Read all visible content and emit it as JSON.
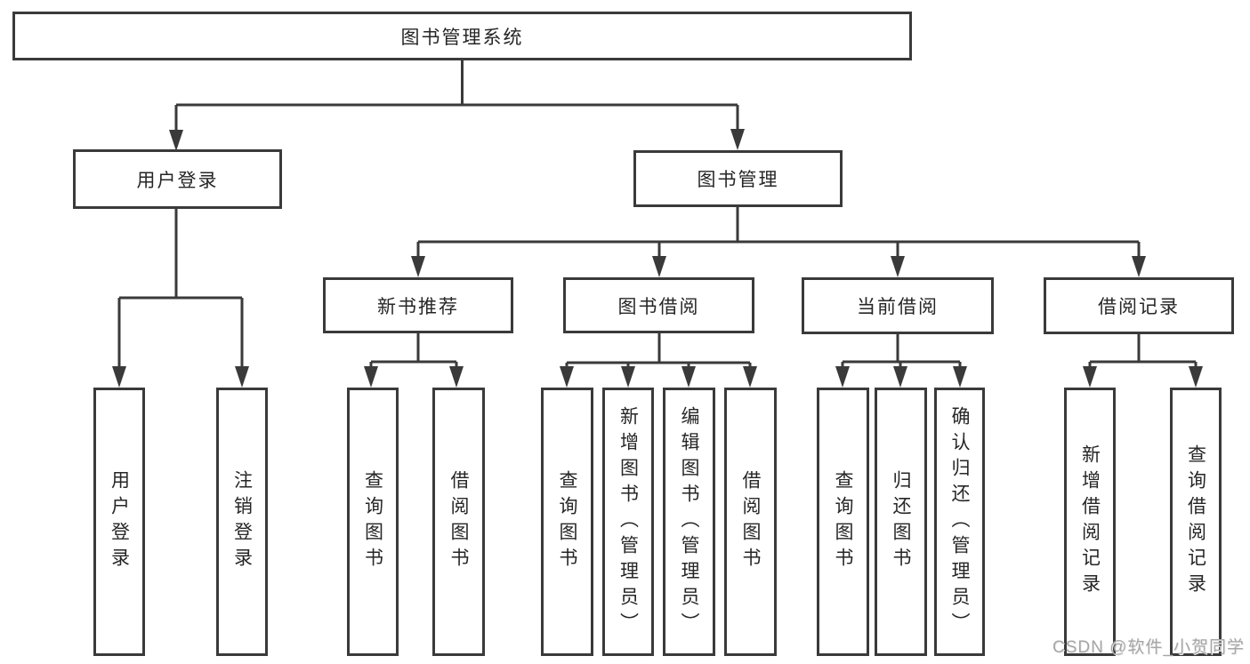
{
  "tree": {
    "root": {
      "label": "图书管理系统"
    },
    "branches": [
      {
        "id": "user-login",
        "label": "用户登录",
        "children": [
          "用户登录",
          "注销登录"
        ]
      },
      {
        "id": "book-management",
        "label": "图书管理",
        "sections": [
          {
            "id": "new-book-recommend",
            "label": "新书推荐",
            "children": [
              "查询图书",
              "借阅图书"
            ]
          },
          {
            "id": "book-borrow",
            "label": "图书借阅",
            "children": [
              "查询图书",
              "新增图书（管理员）",
              "编辑图书（管理员）",
              "借阅图书"
            ]
          },
          {
            "id": "current-borrow",
            "label": "当前借阅",
            "children": [
              "查询图书",
              "归还图书",
              "确认归还（管理员）"
            ]
          },
          {
            "id": "borrow-records",
            "label": "借阅记录",
            "children": [
              "新增借阅记录",
              "查询借阅记录"
            ]
          }
        ]
      }
    ]
  },
  "watermark": "CSDN @软件_小贺同学",
  "colors": {
    "line": "#3a3a3a",
    "box_border": "#3a3a3a",
    "box_background": "#ffffff",
    "text": "#262626",
    "watermark": "#a6a6a6",
    "background": "#ffffff"
  }
}
